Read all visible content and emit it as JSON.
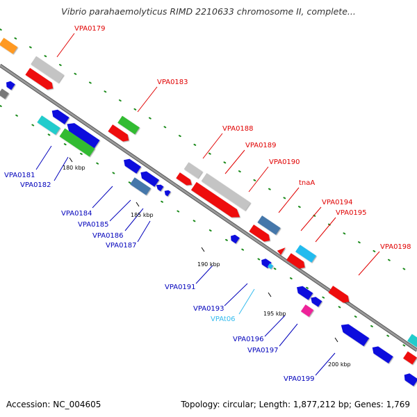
{
  "title": "Vibrio parahaemolyticus RIMD 2210633 chromosome II, complete...",
  "footer": {
    "accession": "Accession: NC_004605",
    "summary": "Topology: circular; Length: 1,877,212 bp; Genes: 1,769"
  },
  "colors": {
    "backbone": "#8a8a8a",
    "forward_cds": "#ee1111",
    "reverse_cds": "#1111dd",
    "green_feature": "#33bb33",
    "gray_feature": "#c4c4c4",
    "cyan_feature": "#22cccc",
    "light_blue_feature": "#22bbee",
    "steel_blue_feature": "#4477aa",
    "orange_feature": "#ff9922",
    "magenta_feature": "#ee2299",
    "gc_dots": "#1a8a1a"
  },
  "scale_ticks": [
    "180 kbp",
    "185 kbp",
    "190 kbp",
    "195 kbp",
    "200 kbp"
  ],
  "labels_top": [
    "VPA0179",
    "VPA0183",
    "VPA0188",
    "VPA0189",
    "VPA0190",
    "tnaA",
    "VPA0194",
    "VPA0195",
    "VPA0198"
  ],
  "labels_bottom": [
    "VPA0181",
    "VPA0182",
    "VPA0184",
    "VPA0185",
    "VPA0186",
    "VPA0187",
    "VPA0191",
    "VPA0193",
    "VPA0196",
    "VPA0197",
    "VPA0199"
  ],
  "labels_trna": [
    "VPAt06"
  ]
}
